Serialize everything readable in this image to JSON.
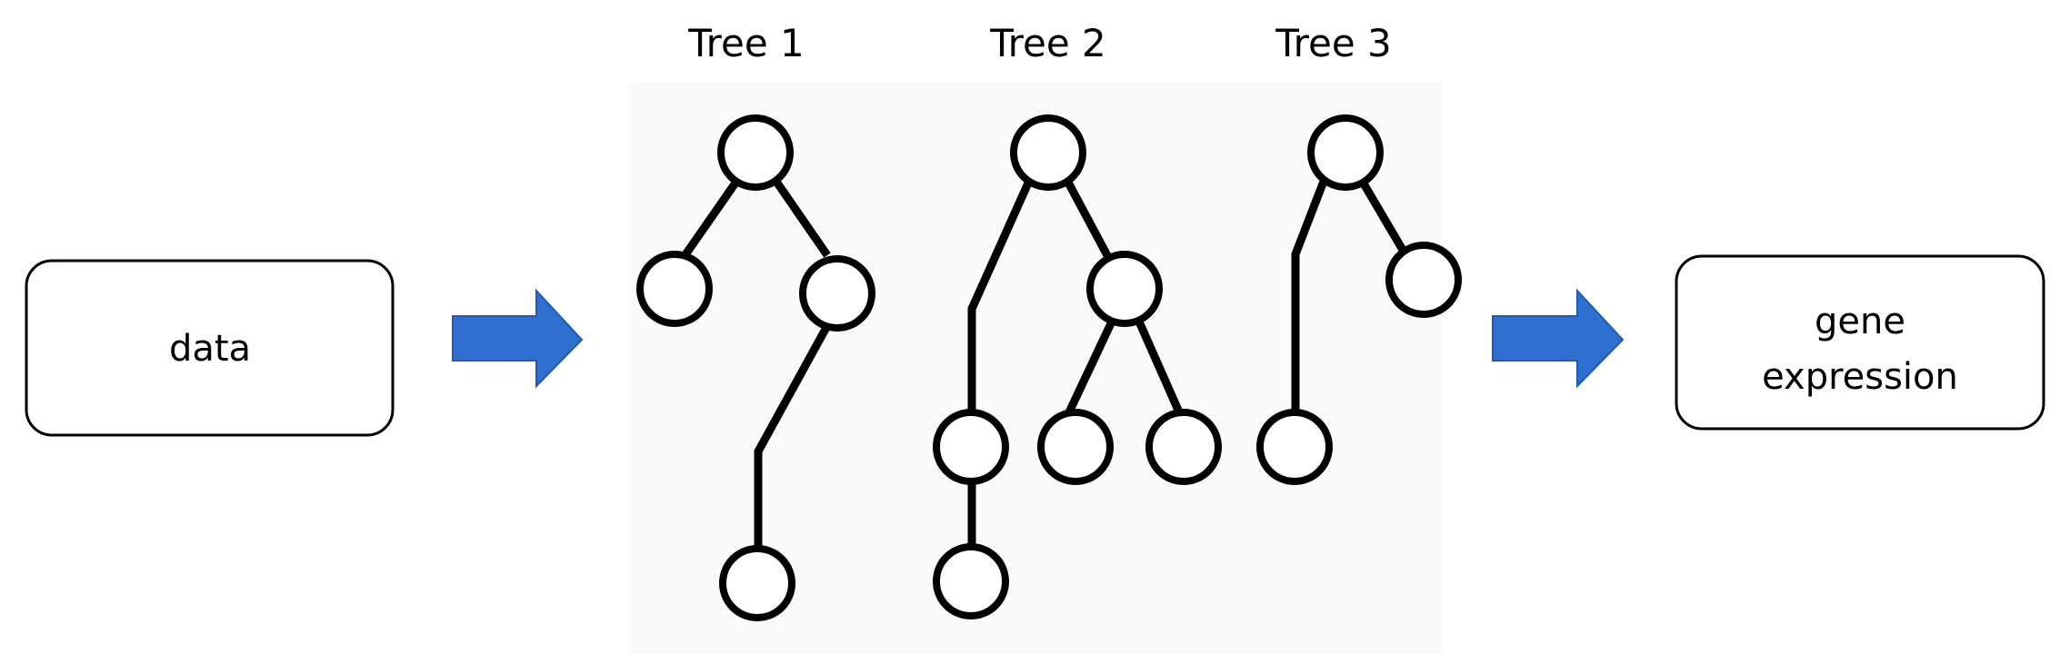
{
  "input_box": {
    "label": "data"
  },
  "output_box": {
    "label_line1": "gene",
    "label_line2": "expression"
  },
  "trees": [
    {
      "title": "Tree 1"
    },
    {
      "title": "Tree 2"
    },
    {
      "title": "Tree 3"
    }
  ],
  "colors": {
    "arrow": "#2E6FD0",
    "arrow_edge": "#1F5BB5",
    "stroke": "#000000",
    "forest_background": "#FAFAFA"
  },
  "icons": [
    "right-arrow-icon",
    "right-arrow-icon"
  ]
}
